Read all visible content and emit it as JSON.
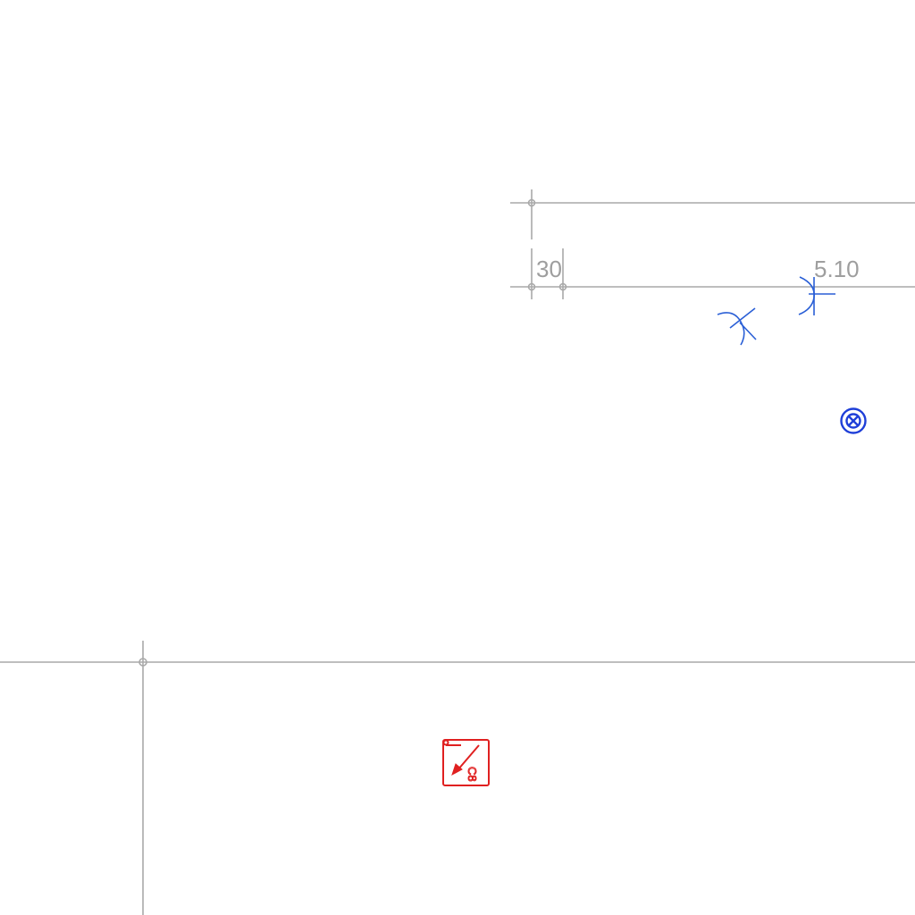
{
  "drawing": {
    "dimensions": {
      "left_value": "30",
      "right_value": "5.10"
    },
    "colors": {
      "dimension_line": "#a9a9a9",
      "dimension_text": "#9e9e9e",
      "annotation_blue": "#2a5fd6",
      "target_blue": "#1f3fd8",
      "symbol_red": "#e02020"
    },
    "symbols": {
      "arc_marker_icon": "arc-x-icon",
      "arc_marker_2_icon": "arc-t-icon",
      "target_icon": "circled-x-icon",
      "red_symbol_icon": "red-box-arrow-icon",
      "red_symbol_text": "C8"
    }
  }
}
